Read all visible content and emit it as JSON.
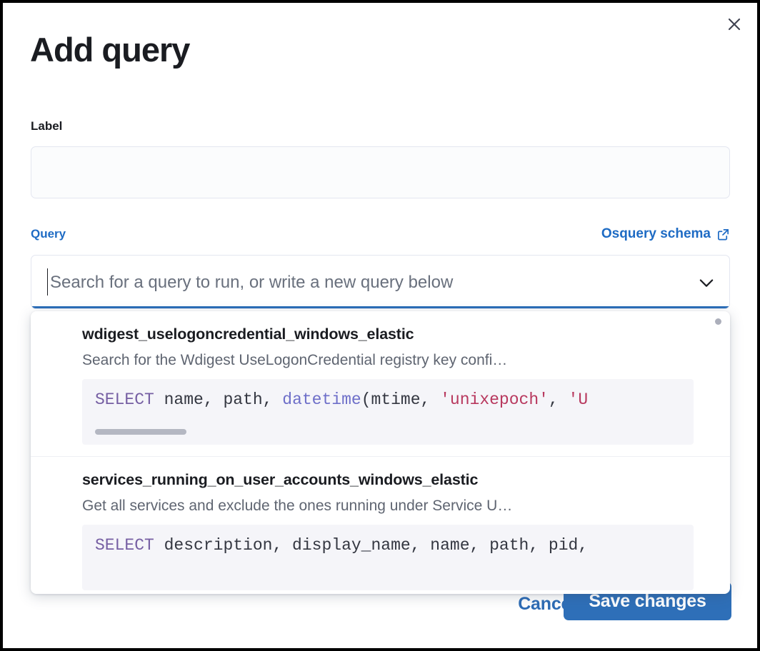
{
  "modal": {
    "title": "Add query",
    "close_icon": "close-icon"
  },
  "label_field": {
    "label": "Label",
    "value": "",
    "placeholder": ""
  },
  "query_section": {
    "label": "Query",
    "schema_link": "Osquery schema",
    "schema_link_icon": "external-link-icon"
  },
  "combobox": {
    "value": "",
    "placeholder": "Search for a query to run, or write a new query below",
    "chevron_icon": "chevron-down-icon",
    "expanded": true
  },
  "dropdown": {
    "options": [
      {
        "title": "wdigest_uselogoncredential_windows_elastic",
        "description": "Search for the Wdigest UseLogonCredential registry key confi…",
        "sql_tokens": [
          {
            "text": "SELECT",
            "type": "keyword"
          },
          {
            "text": " name, path, ",
            "type": "plain"
          },
          {
            "text": "datetime",
            "type": "function"
          },
          {
            "text": "(mtime, ",
            "type": "plain"
          },
          {
            "text": "'unixepoch'",
            "type": "string"
          },
          {
            "text": ", ",
            "type": "plain"
          },
          {
            "text": "'U",
            "type": "string"
          }
        ],
        "sql_text": "SELECT name, path, datetime(mtime, 'unixepoch', 'U",
        "has_scrollbar": true
      },
      {
        "title": "services_running_on_user_accounts_windows_elastic",
        "description": "Get all services and exclude the ones running under Service U…",
        "sql_tokens": [
          {
            "text": "SELECT",
            "type": "keyword"
          },
          {
            "text": " description, display_name, name, path, pid,",
            "type": "plain"
          }
        ],
        "sql_text": "SELECT description, display_name, name, path, pid,",
        "has_scrollbar": false
      }
    ]
  },
  "footer": {
    "cancel_label": "Cancel",
    "save_label": "Save changes"
  },
  "colors": {
    "accent_blue": "#2E6FB8",
    "link_blue": "#1E6BC4",
    "text_dark": "#1A1C21",
    "text_muted": "#5F6571",
    "code_bg": "#F5F5F9",
    "keyword_purple": "#765FA3",
    "string_crimson": "#B8385E"
  }
}
